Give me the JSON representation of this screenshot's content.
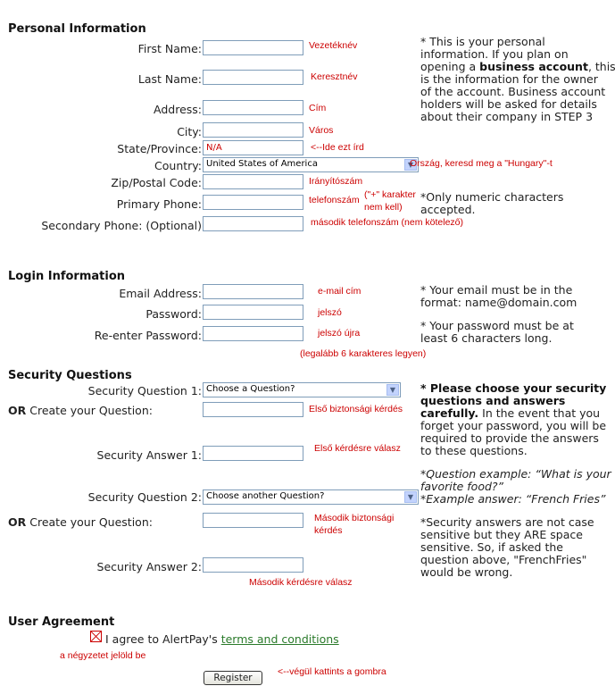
{
  "personal": {
    "heading": "Personal Information",
    "first_name": {
      "label": "First Name:",
      "hint": "Vezetéknév"
    },
    "last_name": {
      "label": "Last Name:",
      "hint": "Keresztnév"
    },
    "address": {
      "label": "Address:",
      "hint": "Cím"
    },
    "city": {
      "label": "City:",
      "hint": "Város"
    },
    "state": {
      "label": "State/Province:",
      "value": "N/A",
      "hint": "<--Ide ezt írd"
    },
    "country": {
      "label": "Country:",
      "value": "United States of America",
      "hint": "Ország, keresd meg a \"Hungary\"-t"
    },
    "zip": {
      "label": "Zip/Postal Code:",
      "hint": "Irányítószám"
    },
    "primary_phone": {
      "label": "Primary Phone:",
      "hint": "telefonszám",
      "hint2": "(\"+\" karakter",
      "hint3": "nem kell)"
    },
    "secondary_phone": {
      "label": "Secondary Phone: (Optional)",
      "hint": "második telefonszám (nem kötelező)"
    },
    "note1_a": "* This is your personal",
    "note1_b": "information. If you plan on",
    "note1_c_pre": "opening a ",
    "note1_c_bold": "business account",
    "note1_c_post": ", this",
    "note1_d": "is the information for the owner",
    "note1_e": "of the account. Business account",
    "note1_f": "holders will be asked for details",
    "note1_g": "about their company in STEP 3",
    "note2_a": "*Only numeric characters",
    "note2_b": "accepted."
  },
  "login": {
    "heading": "Login Information",
    "email": {
      "label": "Email Address:",
      "hint": "e-mail cím"
    },
    "password": {
      "label": "Password:",
      "hint": "jelszó"
    },
    "reenter": {
      "label": "Re-enter Password:",
      "hint": "jelszó újra"
    },
    "hint_length": "(legalább 6 karakteres legyen)",
    "note_email_a": "* Your email must be in the",
    "note_email_b": "format: name@domain.com",
    "note_pw_a": "* Your password must be at",
    "note_pw_b": "least 6 characters long."
  },
  "security": {
    "heading": "Security Questions",
    "q1": {
      "label": "Security Question 1:",
      "value": "Choose a Question?"
    },
    "create1": {
      "label_bold": "OR",
      "label": " Create your Question:",
      "hint": "Első biztonsági kérdés"
    },
    "a1": {
      "label": "Security Answer 1:",
      "hint": "Első kérdésre válasz"
    },
    "q2": {
      "label": "Security Question 2:",
      "value": "Choose another Question?"
    },
    "create2": {
      "label_bold": "OR",
      "label": " Create your Question:",
      "hint_a": "Második biztonsági",
      "hint_b": "kérdés"
    },
    "a2": {
      "label": "Security Answer 2:",
      "hint": "Második kérdésre válasz"
    },
    "note_a": "* Please choose your security",
    "note_b": "questions and answers",
    "note_c_bold": "carefully.",
    "note_c": " In the event that you",
    "note_d": "forget your password, you will be",
    "note_e": "required to provide the answers",
    "note_f": "to these questions.",
    "example_q_a": "*Question example: “What is your",
    "example_q_b": "favorite food?”",
    "example_a": "*Example answer: “French Fries”",
    "case_a": "*Security answers are not case",
    "case_b": "sensitive but they ARE space",
    "case_c": "sensitive. So, if asked the",
    "case_d": "question above, \"FrenchFries\"",
    "case_e": "would be wrong."
  },
  "agreement": {
    "heading": "User Agreement",
    "text_pre": "I agree to AlertPay's ",
    "link": "terms and conditions",
    "hint": "a négyzetet jelöld be"
  },
  "register": {
    "label": "Register",
    "hint": "<--végül kattints a gombra"
  }
}
